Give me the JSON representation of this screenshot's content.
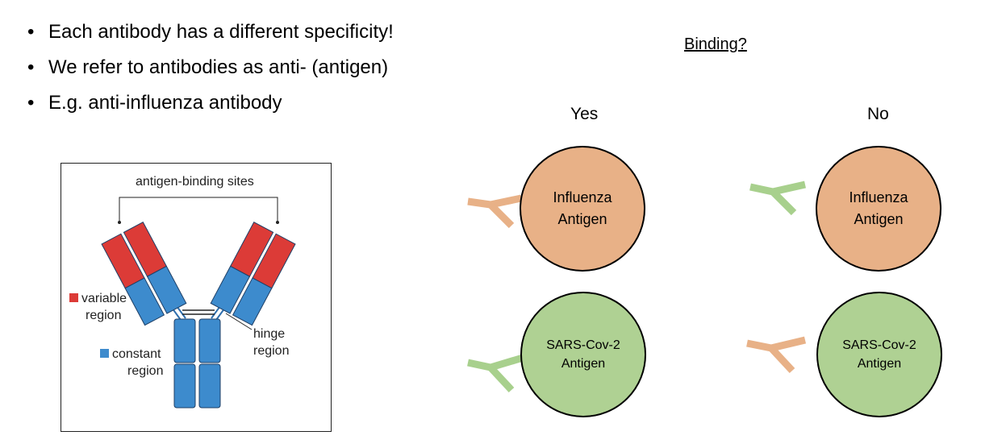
{
  "bullets": [
    "Each antibody has a different specificity!",
    "We refer to antibodies as anti- (antigen)",
    "E.g. anti-influenza antibody"
  ],
  "binding": {
    "heading": "Binding?",
    "col_yes": "Yes",
    "col_no": "No",
    "antigens": {
      "flu_line1": "Influenza",
      "flu_line2": "Antigen",
      "sars_line1": "SARS-Cov-2",
      "sars_line2": "Antigen"
    }
  },
  "diagram": {
    "sites_label": "antigen-binding sites",
    "variable_line1": "variable",
    "variable_line2": "region",
    "hinge_line1": "hinge",
    "hinge_line2": "region",
    "constant_line1": "constant",
    "constant_line2": "region"
  },
  "colors": {
    "flu": "#e8b187",
    "sars": "#afd193",
    "antibody_orange": "#e8b187",
    "antibody_green": "#a8d08d",
    "variable_red": "#dc3b37",
    "constant_blue": "#3d8bcd"
  }
}
